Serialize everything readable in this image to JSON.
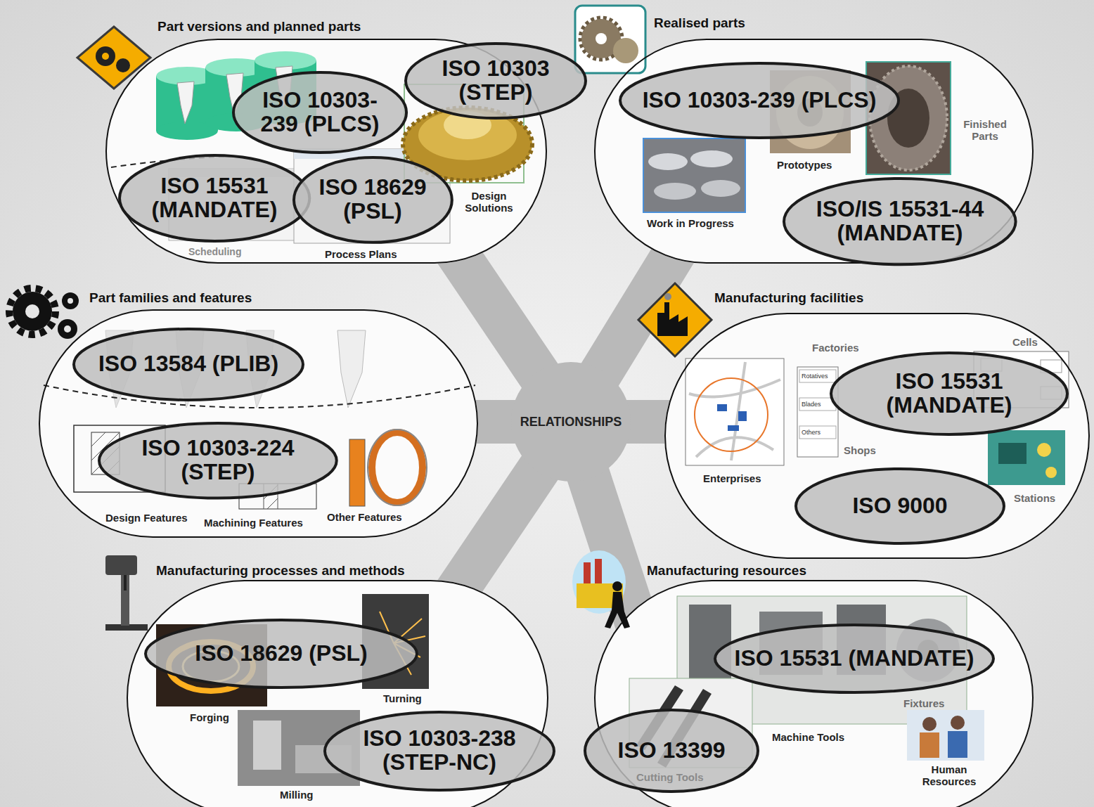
{
  "diagram": {
    "nodes": [
      {
        "text": [
          "Part versions and planned parts"
        ]
      },
      {
        "text": [
          "ISO 10303- 239 (PLCS)"
        ],
        "in": 0
      },
      {
        "text": [
          "ISO 10303 (STEP)"
        ],
        "in": 0
      },
      {
        "text": [
          "ISO 15531 (MANDATE)"
        ],
        "in": 0
      },
      {
        "text": [
          "ISO 18629 (PSL)"
        ],
        "in": 0
      },
      {
        "text": [
          "Realised parts"
        ]
      },
      {
        "text": [
          "ISO 10303-239 (PLCS)"
        ],
        "in": 5
      },
      {
        "text": [
          "ISO/IS 15531-44 (MANDATE)"
        ],
        "in": 5
      },
      {
        "text": [
          "Part families and features"
        ]
      },
      {
        "text": [
          "ISO 13584 (PLIB)"
        ],
        "in": 8
      },
      {
        "text": [
          "ISO 10303-224 (STEP)"
        ],
        "in": 8
      },
      {
        "text": [
          "Manufacturing facilities"
        ]
      },
      {
        "text": [
          "ISO 15531 (MANDATE)"
        ],
        "in": 11
      },
      {
        "text": [
          "ISO 9000"
        ],
        "in": 11
      },
      {
        "text": [
          "Manufacturing processes and methods"
        ]
      },
      {
        "text": [
          "ISO 18629 (PSL)"
        ],
        "in": 14
      },
      {
        "text": [
          "ISO 10303-238 (STEP-NC)"
        ],
        "in": 14
      },
      {
        "text": [
          "Manufacturing resources"
        ]
      },
      {
        "text": [
          "ISO 15531 (MANDATE)"
        ],
        "in": 17
      },
      {
        "text": [
          "ISO 13399"
        ],
        "in": 17
      },
      {
        "text": [
          "RELATIONSHIPS"
        ]
      }
    ],
    "edges": [
      {
        "from": 20,
        "to": 0,
        "arrow": "none"
      },
      {
        "from": 20,
        "to": 5,
        "arrow": "none"
      },
      {
        "from": 20,
        "to": 8,
        "arrow": "none"
      },
      {
        "from": 20,
        "to": 11,
        "arrow": "none"
      },
      {
        "from": 20,
        "to": 14,
        "arrow": "none"
      },
      {
        "from": 20,
        "to": 17,
        "arrow": "none"
      }
    ],
    "labels": [
      "Design Solutions",
      "Scheduling",
      "Process Plans",
      "Prototypes",
      "Finished Parts",
      "Work in Progress",
      "Design Features",
      "Machining Features",
      "Other Features",
      "Factories",
      "Cells",
      "Rotatives",
      "Blades",
      "Others",
      "Shops",
      "Enterprises",
      "Stations",
      "Forging",
      "Turning",
      "Milling",
      "Machine Tools",
      "Fixtures",
      "Cutting Tools",
      "Human Resources"
    ]
  }
}
